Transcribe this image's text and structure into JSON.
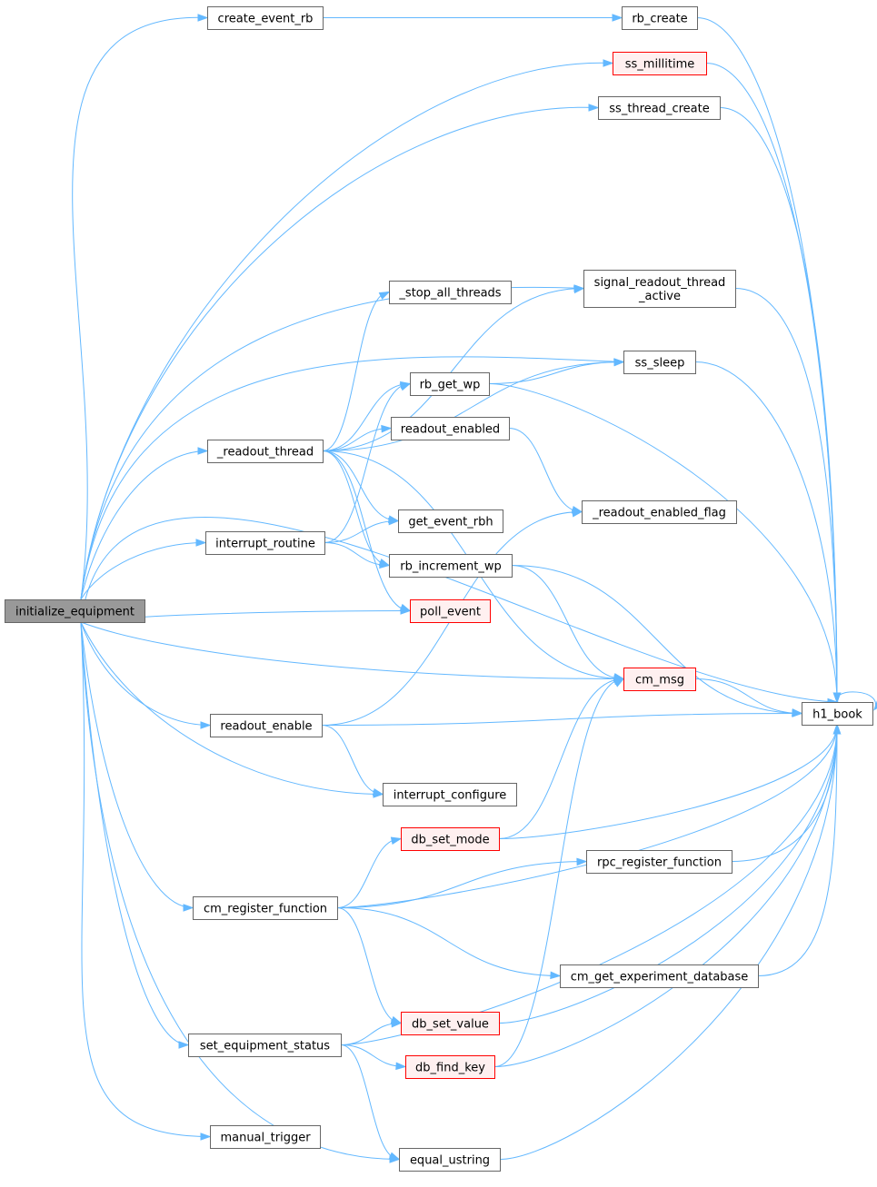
{
  "colors": {
    "root_fill": "#999999",
    "node_fill": "#ffffff",
    "node_border": "#666666",
    "undocumented_fill": "#fff0f0",
    "undocumented_border": "#ff0000",
    "edge": "#63b8ff"
  },
  "nodes": {
    "initialize_equipment": {
      "label": "initialize_equipment",
      "kind": "root"
    },
    "create_event_rb": {
      "label": "create_event_rb",
      "kind": "normal"
    },
    "rb_create": {
      "label": "rb_create",
      "kind": "normal"
    },
    "ss_millitime": {
      "label": "ss_millitime",
      "kind": "red"
    },
    "ss_thread_create": {
      "label": "ss_thread_create",
      "kind": "normal"
    },
    "signal_readout_thread_active": {
      "label": [
        "signal_readout_thread",
        "_active"
      ],
      "kind": "normal"
    },
    "_stop_all_threads": {
      "label": "_stop_all_threads",
      "kind": "normal"
    },
    "ss_sleep": {
      "label": "ss_sleep",
      "kind": "normal"
    },
    "rb_get_wp": {
      "label": "rb_get_wp",
      "kind": "normal"
    },
    "readout_enabled": {
      "label": "readout_enabled",
      "kind": "normal"
    },
    "_readout_thread": {
      "label": "_readout_thread",
      "kind": "normal"
    },
    "_readout_enabled_flag": {
      "label": "_readout_enabled_flag",
      "kind": "normal"
    },
    "get_event_rbh": {
      "label": "get_event_rbh",
      "kind": "normal"
    },
    "interrupt_routine": {
      "label": "interrupt_routine",
      "kind": "normal"
    },
    "rb_increment_wp": {
      "label": "rb_increment_wp",
      "kind": "normal"
    },
    "poll_event": {
      "label": "poll_event",
      "kind": "red"
    },
    "cm_msg": {
      "label": "cm_msg",
      "kind": "red"
    },
    "h1_book": {
      "label": "h1_book",
      "kind": "normal"
    },
    "readout_enable": {
      "label": "readout_enable",
      "kind": "normal"
    },
    "interrupt_configure": {
      "label": "interrupt_configure",
      "kind": "normal"
    },
    "db_set_mode": {
      "label": "db_set_mode",
      "kind": "red"
    },
    "rpc_register_function": {
      "label": "rpc_register_function",
      "kind": "normal"
    },
    "cm_register_function": {
      "label": "cm_register_function",
      "kind": "normal"
    },
    "cm_get_experiment_database": {
      "label": "cm_get_experiment_database",
      "kind": "normal"
    },
    "db_set_value": {
      "label": "db_set_value",
      "kind": "red"
    },
    "set_equipment_status": {
      "label": "set_equipment_status",
      "kind": "normal"
    },
    "db_find_key": {
      "label": "db_find_key",
      "kind": "red"
    },
    "manual_trigger": {
      "label": "manual_trigger",
      "kind": "normal"
    },
    "equal_ustring": {
      "label": "equal_ustring",
      "kind": "normal"
    }
  },
  "edges": [
    [
      "initialize_equipment",
      "create_event_rb"
    ],
    [
      "initialize_equipment",
      "ss_millitime"
    ],
    [
      "initialize_equipment",
      "ss_thread_create"
    ],
    [
      "initialize_equipment",
      "h1_book"
    ],
    [
      "initialize_equipment",
      "signal_readout_thread_active"
    ],
    [
      "initialize_equipment",
      "ss_sleep"
    ],
    [
      "initialize_equipment",
      "_readout_thread"
    ],
    [
      "initialize_equipment",
      "interrupt_routine"
    ],
    [
      "initialize_equipment",
      "poll_event"
    ],
    [
      "initialize_equipment",
      "cm_msg"
    ],
    [
      "initialize_equipment",
      "readout_enable"
    ],
    [
      "initialize_equipment",
      "interrupt_configure"
    ],
    [
      "initialize_equipment",
      "cm_register_function"
    ],
    [
      "initialize_equipment",
      "set_equipment_status"
    ],
    [
      "initialize_equipment",
      "manual_trigger"
    ],
    [
      "initialize_equipment",
      "equal_ustring"
    ],
    [
      "create_event_rb",
      "rb_create"
    ],
    [
      "rb_create",
      "h1_book"
    ],
    [
      "ss_millitime",
      "h1_book"
    ],
    [
      "ss_thread_create",
      "h1_book"
    ],
    [
      "signal_readout_thread_active",
      "h1_book"
    ],
    [
      "ss_sleep",
      "h1_book"
    ],
    [
      "rb_get_wp",
      "ss_sleep"
    ],
    [
      "rb_get_wp",
      "h1_book"
    ],
    [
      "readout_enabled",
      "_readout_enabled_flag"
    ],
    [
      "_readout_thread",
      "signal_readout_thread_active"
    ],
    [
      "_readout_thread",
      "_stop_all_threads"
    ],
    [
      "_readout_thread",
      "ss_sleep"
    ],
    [
      "_readout_thread",
      "rb_get_wp"
    ],
    [
      "_readout_thread",
      "readout_enabled"
    ],
    [
      "_readout_thread",
      "get_event_rbh"
    ],
    [
      "_readout_thread",
      "rb_increment_wp"
    ],
    [
      "_readout_thread",
      "poll_event"
    ],
    [
      "_readout_thread",
      "cm_msg"
    ],
    [
      "interrupt_routine",
      "rb_get_wp"
    ],
    [
      "interrupt_routine",
      "get_event_rbh"
    ],
    [
      "interrupt_routine",
      "rb_increment_wp"
    ],
    [
      "rb_increment_wp",
      "cm_msg"
    ],
    [
      "rb_increment_wp",
      "h1_book"
    ],
    [
      "cm_msg",
      "h1_book"
    ],
    [
      "h1_book",
      "h1_book"
    ],
    [
      "readout_enable",
      "_readout_enabled_flag"
    ],
    [
      "readout_enable",
      "h1_book"
    ],
    [
      "readout_enable",
      "interrupt_configure"
    ],
    [
      "db_set_mode",
      "cm_msg"
    ],
    [
      "db_set_mode",
      "h1_book"
    ],
    [
      "rpc_register_function",
      "h1_book"
    ],
    [
      "cm_register_function",
      "db_set_mode"
    ],
    [
      "cm_register_function",
      "rpc_register_function"
    ],
    [
      "cm_register_function",
      "h1_book"
    ],
    [
      "cm_register_function",
      "cm_get_experiment_database"
    ],
    [
      "cm_register_function",
      "db_set_value"
    ],
    [
      "cm_get_experiment_database",
      "h1_book"
    ],
    [
      "db_set_value",
      "h1_book"
    ],
    [
      "db_find_key",
      "cm_msg"
    ],
    [
      "db_find_key",
      "h1_book"
    ],
    [
      "set_equipment_status",
      "db_set_value"
    ],
    [
      "set_equipment_status",
      "db_find_key"
    ],
    [
      "set_equipment_status",
      "h1_book"
    ],
    [
      "set_equipment_status",
      "equal_ustring"
    ],
    [
      "equal_ustring",
      "h1_book"
    ]
  ]
}
